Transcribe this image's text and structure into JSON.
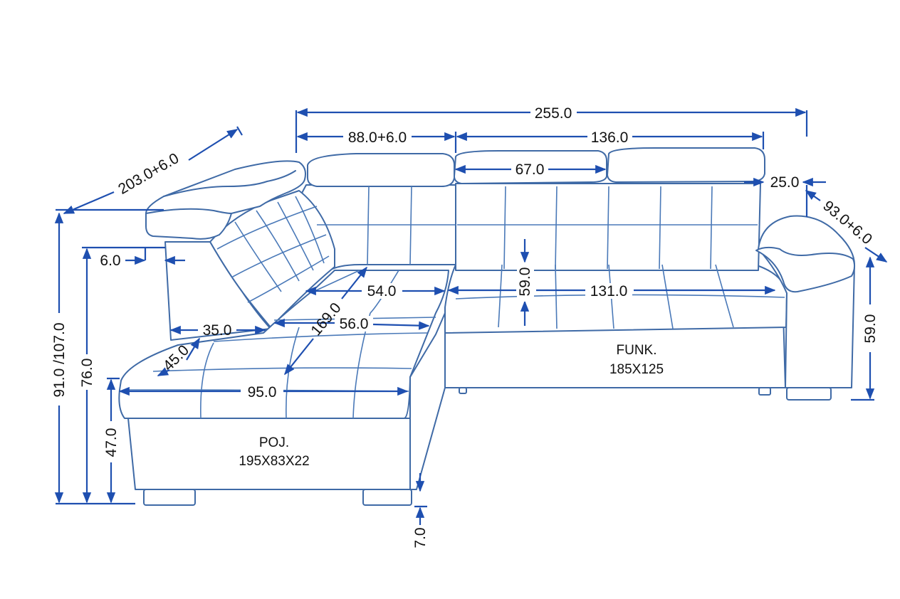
{
  "accent_color": "#1e4fb0",
  "outline_color": "#3f6aa6",
  "dimensions": {
    "total_width": "255.0",
    "left_section_width": "88.0+6.0",
    "right_section_width": "136.0",
    "headrest_width": "67.0",
    "headrest_depth": "25.0",
    "right_depth": "93.0+6.0",
    "left_depth": "203.0+6.0",
    "total_height": "91.0 /107.0",
    "back_height": "76.0",
    "headrest_offset": "6.0",
    "seat_height": "47.0",
    "leg_height": "7.0",
    "right_arm_height": "59.0",
    "seat_depth": "59.0",
    "armrest_width": "35.0",
    "arm_diag": "45.0",
    "chaise_width": "95.0",
    "chaise_diag": "169.0",
    "corner_depth": "54.0",
    "chaise_seat": "56.0",
    "seat_width": "131.0"
  },
  "labels": {
    "left_line1": "POJ.",
    "left_line2": "195X83X22",
    "right_line1": "FUNK.",
    "right_line2": "185X125"
  }
}
